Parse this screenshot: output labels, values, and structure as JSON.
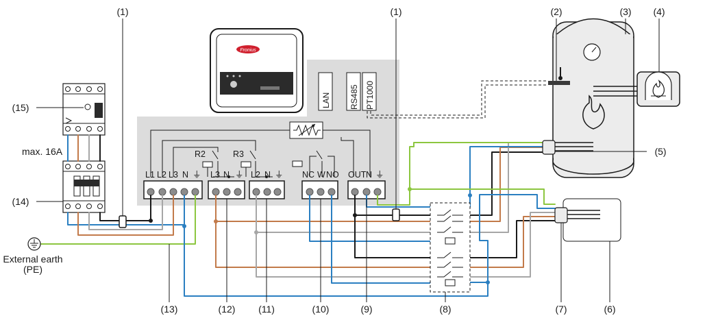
{
  "callouts": {
    "c1a": "(1)",
    "c1b": "(1)",
    "c2": "(2)",
    "c3": "(3)",
    "c4": "(4)",
    "c5": "(5)",
    "c6": "(6)",
    "c7": "(7)",
    "c8": "(8)",
    "c9": "(9)",
    "c10": "(10)",
    "c11": "(11)",
    "c12": "(12)",
    "c13": "(13)",
    "c14": "(14)",
    "c15": "(15)"
  },
  "texts": {
    "max_current": "max. 16A",
    "earth_line1": "External earth",
    "earth_line2": "(PE)",
    "lan": "LAN",
    "rs485": "RS485",
    "pt1000": "PT1000",
    "r2": "R2",
    "r3": "R3",
    "logo": "Fronius"
  },
  "terminals": {
    "group1": [
      "L1",
      "L2",
      "L3",
      "N",
      "⏚"
    ],
    "group2": [
      "L3",
      "N",
      "⏚"
    ],
    "group3": [
      "L2",
      "N",
      "⏚"
    ],
    "group4": [
      "NC",
      "W",
      "NO"
    ],
    "group5": [
      "OUT",
      "N",
      "⏚"
    ]
  },
  "colors": {
    "phase_black": "#1a1a1a",
    "phase_brown": "#c27a4a",
    "phase_grey": "#a6a6a6",
    "neutral_blue": "#2a7fc1",
    "earth_yellow_green": "#8cc63f",
    "panel_grey": "#dcdcdc",
    "logo_red": "#d0202e"
  },
  "icons": [
    "thermometer-icon",
    "flame-icon",
    "pressure-gauge-icon",
    "potentiometer-icon",
    "earth-symbol-icon",
    "fronius-device-icon"
  ]
}
